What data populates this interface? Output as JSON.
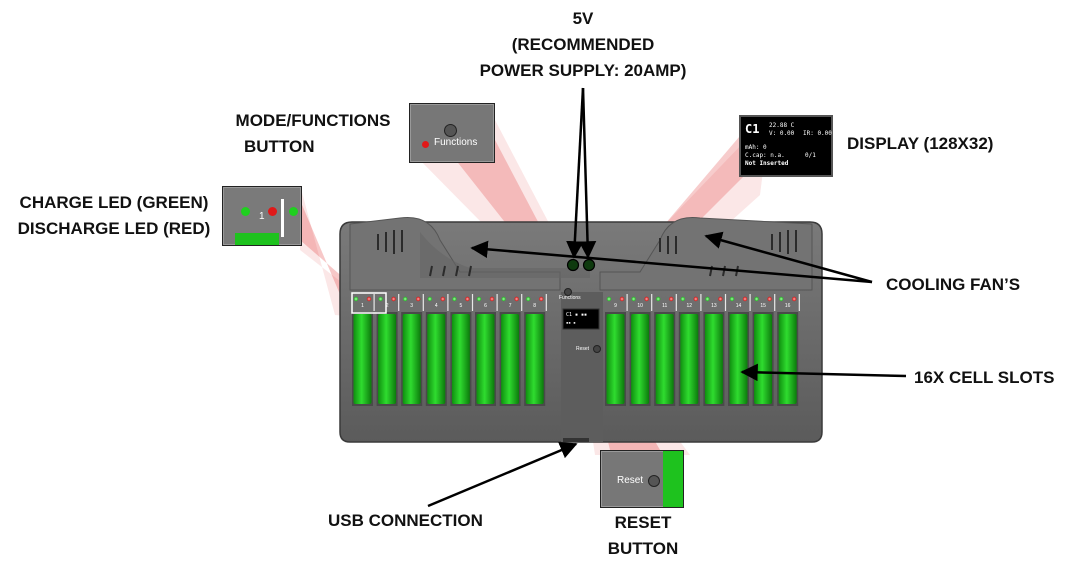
{
  "labels": {
    "power_line1": "5V",
    "power_line2": "(RECOMMENDED",
    "power_line3": "POWER SUPPLY: 20AMP)",
    "mode_line1": "MODE/FUNCTIONS",
    "mode_line2": "BUTTON",
    "display": "DISPLAY (128X32)",
    "led_line1": "CHARGE LED (GREEN)",
    "led_line2": "DISCHARGE LED (RED)",
    "fans": "COOLING FAN’S",
    "slots": "16X CELL SLOTS",
    "usb": "USB CONNECTION",
    "reset_line1": "RESET",
    "reset_line2": "BUTTON"
  },
  "device": {
    "functions_label": "Functions",
    "reset_label": "Reset",
    "slot_numbers": [
      "1",
      "2",
      "3",
      "4",
      "5",
      "6",
      "7",
      "8",
      "9",
      "10",
      "11",
      "12",
      "13",
      "14",
      "15",
      "16"
    ]
  },
  "insets": {
    "functions_button_label": "Functions",
    "reset_button_label": "Reset",
    "led_slot_number": "1",
    "display": {
      "channel": "C1",
      "line1": "22.88 C",
      "line2_left": "V:  0.00",
      "line2_right": "IR: 0.00",
      "line3_left": "mAh:  0",
      "line4_left": "C.cap:  n.a.",
      "line4_right": "0/1",
      "line5": "Not Inserted"
    }
  },
  "colors": {
    "charge_led": "#1fd01f",
    "discharge_led": "#e01818",
    "cell_green": "#1ec21e",
    "body": "#6a6a6a",
    "highlight": "#e23a3a"
  }
}
